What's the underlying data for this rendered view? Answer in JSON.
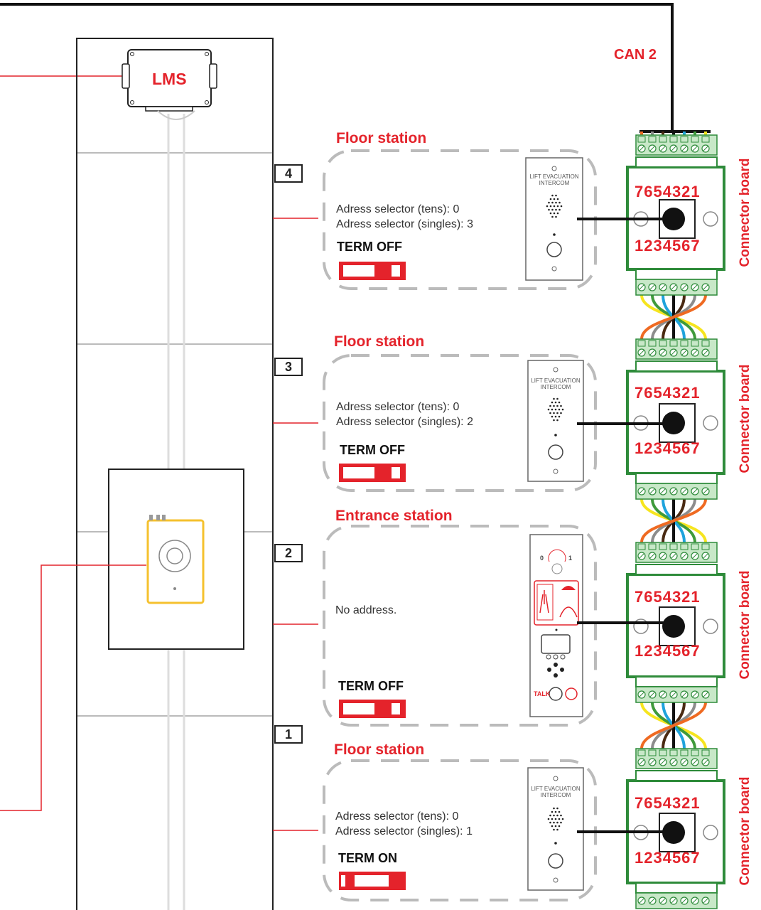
{
  "lms": {
    "label": "LMS"
  },
  "bus": {
    "label": "CAN 2"
  },
  "stations": [
    {
      "floor": "4",
      "title": "Floor station",
      "line1": "Adress selector (tens): 0",
      "line2": "Adress selector (singles): 3",
      "term": "TERM OFF",
      "term_on": false
    },
    {
      "floor": "3",
      "title": "Floor station",
      "line1": "Adress selector (tens): 0",
      "line2": "Adress selector (singles): 2",
      "term": "TERM OFF",
      "term_on": false
    },
    {
      "floor": "2",
      "title": "Entrance station",
      "line1": "No address.",
      "line2": "",
      "term": "TERM OFF",
      "term_on": false
    },
    {
      "floor": "1",
      "title": "Floor station",
      "line1": "Adress selector (tens): 0",
      "line2": "Adress selector (singles): 1",
      "term": "TERM ON",
      "term_on": true
    }
  ],
  "connector_board": {
    "label": "Connector board",
    "top_pins": "7654321",
    "bottom_pins": "1234567"
  },
  "panel_text": {
    "intercom": "LIFT EVACUATION INTERCOM",
    "talk": "TALK",
    "dial_low": "0",
    "dial_high": "1"
  },
  "colors": {
    "accent": "#e4232b",
    "board_green": "#2e8b3a",
    "wire_orange": "#ef6a22",
    "wire_gray": "#8c8c8c",
    "wire_brown": "#4a2a12",
    "wire_blue": "#1fa3dc",
    "wire_green": "#3f9a3b",
    "wire_yellow": "#f6e51f",
    "yellow_device": "#f5c12e"
  }
}
